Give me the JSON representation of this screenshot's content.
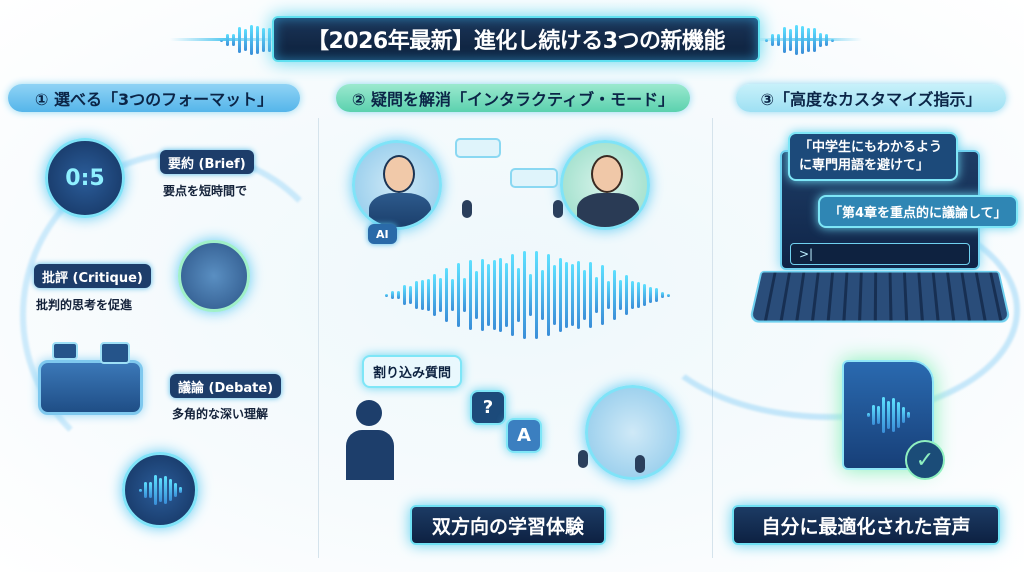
{
  "title": "【2026年最新】進化し続ける3つの新機能",
  "sections": [
    {
      "header": "① 選べる「3つのフォーマット」",
      "items": [
        {
          "tag": "要約 (Brief)",
          "desc": "要点を短時間で"
        },
        {
          "tag": "批評 (Critique)",
          "desc": "批判的思考を促進"
        },
        {
          "tag": "議論 (Debate)",
          "desc": "多角的な深い理解"
        }
      ]
    },
    {
      "header": "② 疑問を解消「インタラクティブ・モード」",
      "ai_badge": "AI",
      "interrupt_bubble": "割り込み質問",
      "qa": {
        "q": "?",
        "a": "A"
      },
      "footer": "双方向の学習体験"
    },
    {
      "header": "③「高度なカスタマイズ指示」",
      "prompts": [
        "「中学生にもわかるように専門用語を避けて」",
        "「第4章を重点的に議論して」"
      ],
      "input_prompt": ">|",
      "footer": "自分に最適化された音声"
    }
  ],
  "colors": {
    "navy": "#0c1f3a",
    "glow": "#5fe0f0",
    "blue_pill": "#55b5ea",
    "green_pill": "#5bd1ae",
    "cyan_pill": "#9ee0f3"
  }
}
